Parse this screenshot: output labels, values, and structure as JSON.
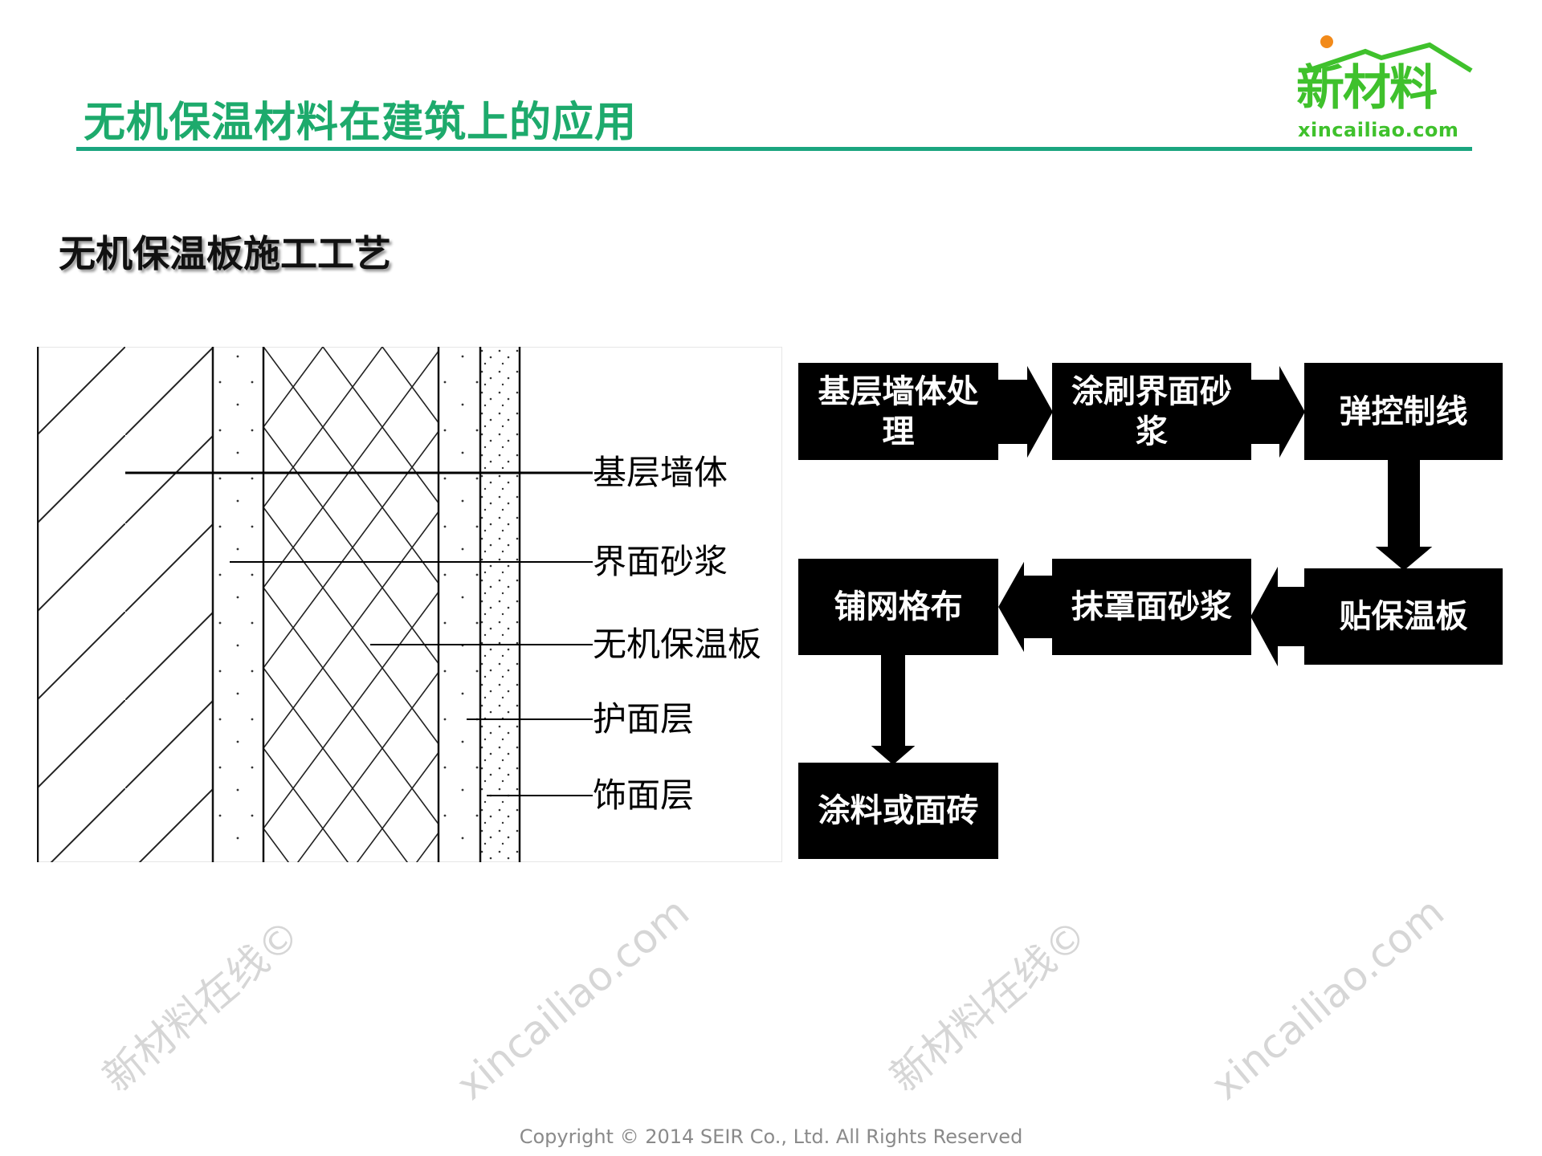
{
  "header": {
    "title": "无机保温材料在建筑上的应用",
    "logo_cn": "新材料",
    "logo_url": "xincailiao.com"
  },
  "section": {
    "subtitle": "无机保温板施工工艺"
  },
  "diagram": {
    "labels": [
      "基层墙体",
      "界面砂浆",
      "无机保温板",
      "护面层",
      "饰面层"
    ]
  },
  "flow": {
    "steps": [
      "基层墙体处理",
      "涂刷界面砂浆",
      "弹控制线",
      "贴保温板",
      "抹罩面砂浆",
      "铺网格布",
      "涂料或面砖"
    ]
  },
  "watermark": {
    "cn": "新材料在线©",
    "en": "xincailiao.com"
  },
  "footer": {
    "copyright": "Copyright © 2014  SEIR Co., Ltd. All Rights Reserved"
  },
  "colors": {
    "title": "#1daa6c",
    "rule": "#1aa57f",
    "logo": "#3fc12c",
    "box": "#000000"
  }
}
